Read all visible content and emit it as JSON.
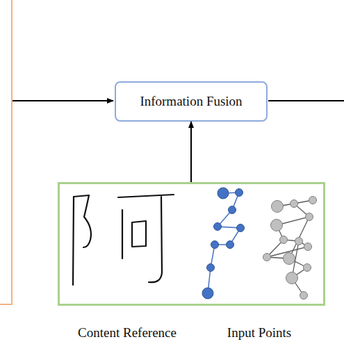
{
  "diagram": {
    "nodes": [
      {
        "text": [
          "Information Fusion"
        ]
      },
      {
        "text": [
          "Content Reference",
          "Input Points"
        ]
      }
    ],
    "edges": [
      {
        "from": 1,
        "to": 0,
        "arrow": "to"
      }
    ]
  }
}
